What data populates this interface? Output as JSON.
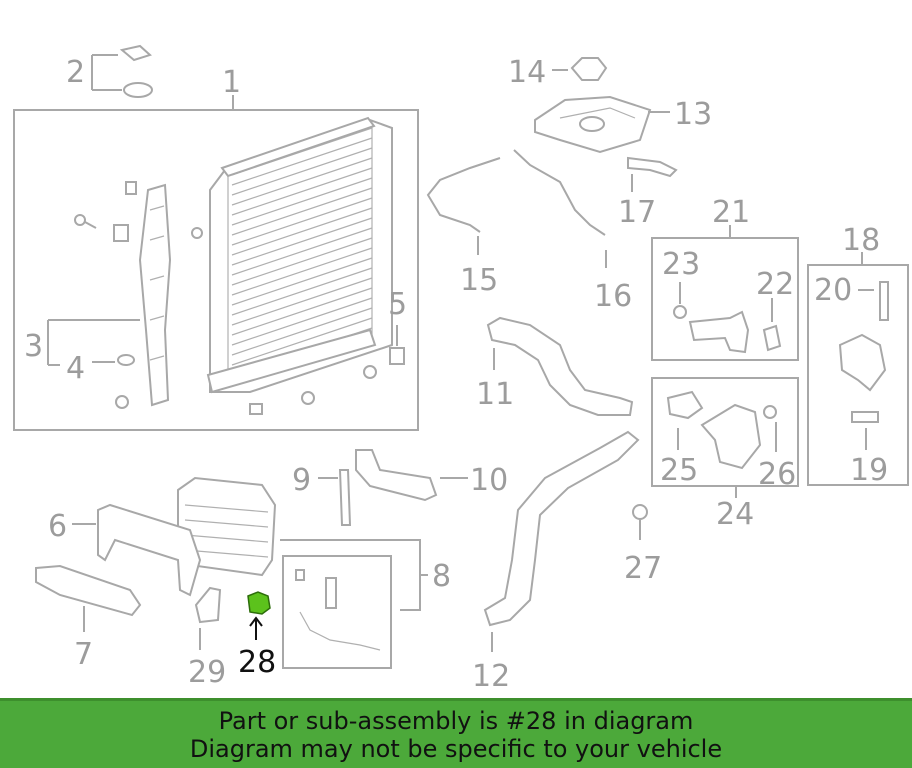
{
  "diagram": {
    "highlight_color": "#5cc21c",
    "callouts": {
      "c1": "1",
      "c2": "2",
      "c3": "3",
      "c4": "4",
      "c5": "5",
      "c6": "6",
      "c7": "7",
      "c8": "8",
      "c9": "9",
      "c10": "10",
      "c11": "11",
      "c12": "12",
      "c13": "13",
      "c14": "14",
      "c15": "15",
      "c16": "16",
      "c17": "17",
      "c18": "18",
      "c19": "19",
      "c20": "20",
      "c21": "21",
      "c22": "22",
      "c23": "23",
      "c24": "24",
      "c25": "25",
      "c26": "26",
      "c27": "27",
      "c28": "28",
      "c29": "29"
    },
    "highlighted_part": "28"
  },
  "banner": {
    "line1": "Part or sub-assembly is #28 in diagram",
    "line2": "Diagram may not be specific to your vehicle",
    "background": "#4ca93a"
  }
}
